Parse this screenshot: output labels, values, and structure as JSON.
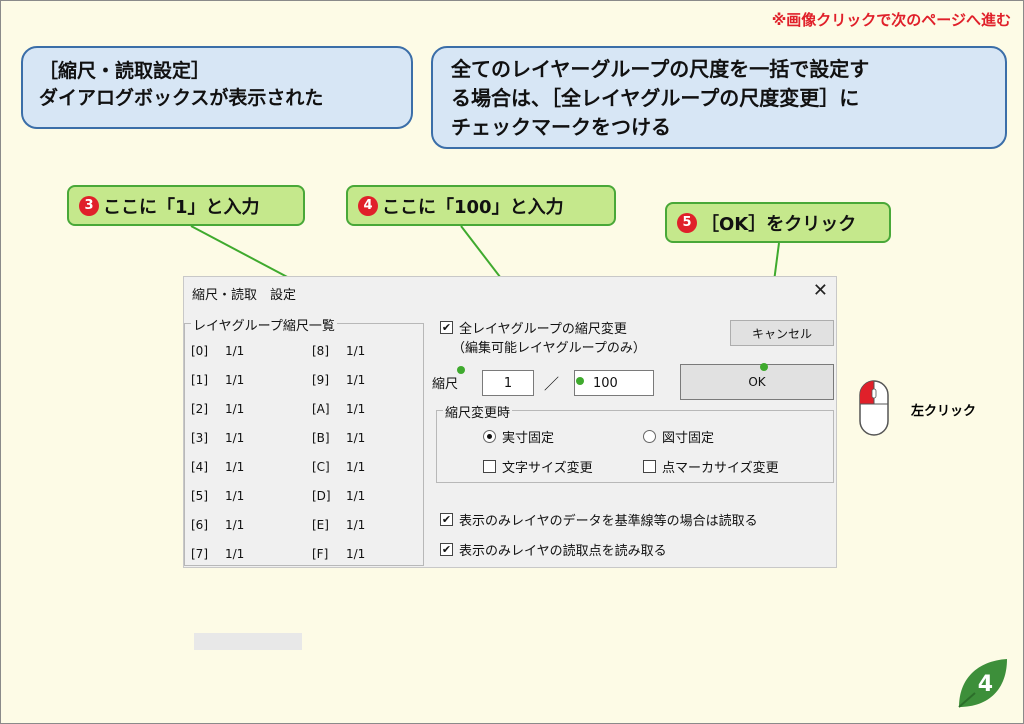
{
  "page_note": "※画像クリックで次のページへ進む",
  "bubble_left": {
    "line1": "［縮尺・読取設定］",
    "line2": "ダイアログボックスが表示された"
  },
  "bubble_right": {
    "line1": "全てのレイヤーグループの尺度を一括で設定す",
    "line2": "る場合は、［全レイヤグループの尺度変更］に",
    "line3": "チェックマークをつける"
  },
  "callouts": [
    {
      "num": "3",
      "text": "ここに「1」と入力"
    },
    {
      "num": "4",
      "text": "ここに「100」と入力"
    },
    {
      "num": "5",
      "text": "［OK］をクリック"
    }
  ],
  "dialog": {
    "title": "縮尺・読取　設定",
    "close": "✕",
    "list_title": "レイヤグループ縮尺一覧",
    "list_left": [
      {
        "tag": "[0]",
        "val": "1/1"
      },
      {
        "tag": "[1]",
        "val": "1/1"
      },
      {
        "tag": "[2]",
        "val": "1/1"
      },
      {
        "tag": "[3]",
        "val": "1/1"
      },
      {
        "tag": "[4]",
        "val": "1/1"
      },
      {
        "tag": "[5]",
        "val": "1/1"
      },
      {
        "tag": "[6]",
        "val": "1/1"
      },
      {
        "tag": "[7]",
        "val": "1/1"
      }
    ],
    "list_right": [
      {
        "tag": "[8]",
        "val": "1/1"
      },
      {
        "tag": "[9]",
        "val": "1/1"
      },
      {
        "tag": "[A]",
        "val": "1/1"
      },
      {
        "tag": "[B]",
        "val": "1/1"
      },
      {
        "tag": "[C]",
        "val": "1/1"
      },
      {
        "tag": "[D]",
        "val": "1/1"
      },
      {
        "tag": "[E]",
        "val": "1/1"
      },
      {
        "tag": "[F]",
        "val": "1/1"
      }
    ],
    "all_group_check": "全レイヤグループの縮尺変更",
    "all_group_sub": "（編集可能レイヤグループのみ）",
    "cancel": "キャンセル",
    "ok": "OK",
    "scale_label": "縮尺",
    "scale_num": "1",
    "scale_sep": "／",
    "scale_den": "100",
    "change_group": "縮尺変更時",
    "radio_actual": "実寸固定",
    "radio_drawing": "図寸固定",
    "chk_text_size": "文字サイズ変更",
    "chk_marker_size": "点マーカサイズ変更",
    "chk_read_display": "表示のみレイヤのデータを基準線等の場合は読取る",
    "chk_read_points": "表示のみレイヤの読取点を読み取る",
    "check_mark": "✔"
  },
  "mouse_label": "左クリック",
  "page_number": "4",
  "colors": {
    "accent_red": "#e0202a",
    "callout_green": "#c5e88c",
    "bubble_blue": "#d7e6f5",
    "leaf_green": "#3d8f3a"
  }
}
